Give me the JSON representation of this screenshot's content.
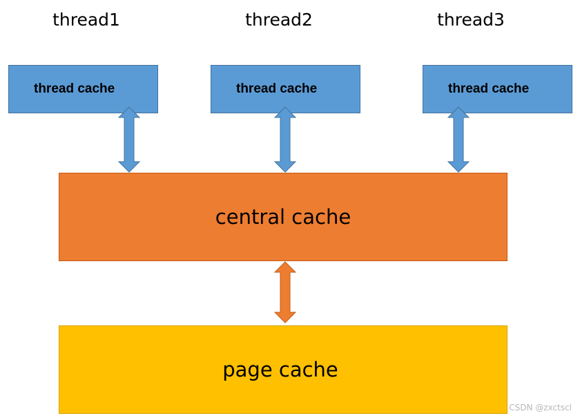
{
  "threads": [
    {
      "title": "thread1",
      "cache_label": "thread cache"
    },
    {
      "title": "thread2",
      "cache_label": "thread cache"
    },
    {
      "title": "thread3",
      "cache_label": "thread cache"
    }
  ],
  "central_cache": {
    "label": "central cache"
  },
  "page_cache": {
    "label": "page cache"
  },
  "watermark": "CSDN @zxctscl",
  "colors": {
    "thread_cache": "#5b9bd5",
    "central_cache": "#ed7d31",
    "page_cache": "#ffc000",
    "arrow_blue": "#5b9bd5",
    "arrow_orange": "#ed7d31"
  }
}
